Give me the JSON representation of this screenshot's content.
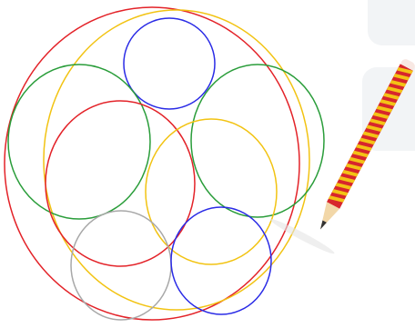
{
  "diagram": {
    "description_free": true,
    "circles": [
      {
        "id": "outer-red",
        "color": "#e32228"
      },
      {
        "id": "outer-yellow",
        "color": "#f2c312"
      },
      {
        "id": "top-blue",
        "color": "#2a2be6"
      },
      {
        "id": "left-green",
        "color": "#2a9d3a"
      },
      {
        "id": "right-green",
        "color": "#2a9d3a"
      },
      {
        "id": "middle-red",
        "color": "#e32228"
      },
      {
        "id": "middle-yellow",
        "color": "#f2c312"
      },
      {
        "id": "bottom-gray",
        "color": "#a8a8a8"
      },
      {
        "id": "bottom-blue",
        "color": "#2a2be6"
      }
    ],
    "pencil": {
      "body_color": "#d7262d",
      "stripe_color": "#f3c315",
      "wood_color": "#f2d7a8",
      "lead_color": "#333333",
      "cap_color": "#f8e8e3"
    },
    "background_shapes": {
      "color": "#f2f4f6"
    }
  }
}
